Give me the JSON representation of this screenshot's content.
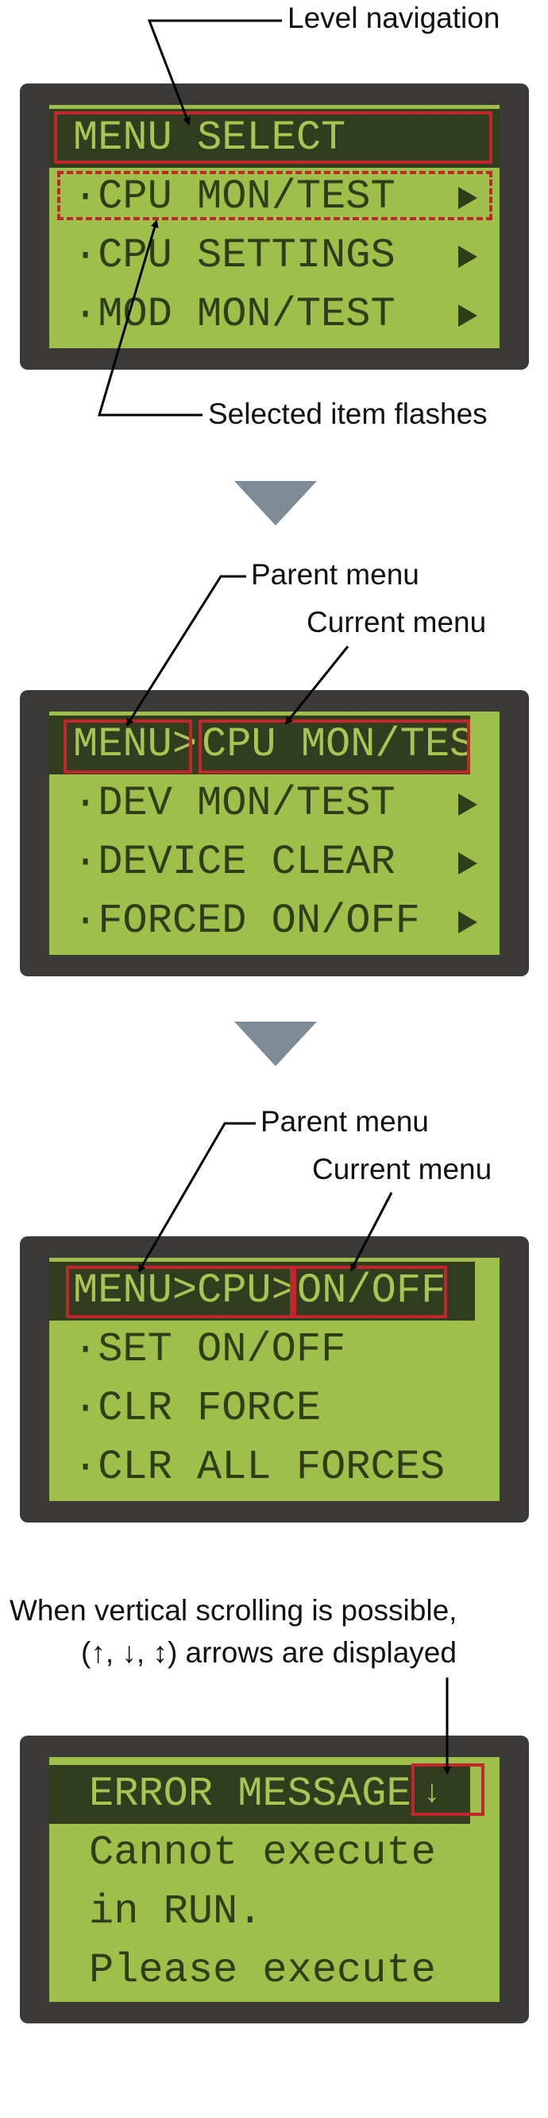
{
  "callouts": {
    "level_navigation": "Level navigation",
    "selected_item_flashes": "Selected item flashes",
    "parent_menu_1": "Parent menu",
    "current_menu_1": "Current menu",
    "parent_menu_2": "Parent menu",
    "current_menu_2": "Current menu",
    "scroll_note_line1": "When vertical scrolling is possible,",
    "scroll_note_line2": "(↑, ↓, ↕) arrows are displayed"
  },
  "screens": {
    "menu_select": {
      "header": "MENU SELECT",
      "items": [
        "·CPU MON/TEST",
        "·CPU SETTINGS",
        "·MOD MON/TEST"
      ]
    },
    "cpu_mon_test": {
      "header_parent": "MENU>",
      "header_current": "CPU MON/TES",
      "items": [
        "·DEV MON/TEST",
        "·DEVICE CLEAR",
        "·FORCED ON/OFF"
      ]
    },
    "forced_on_off": {
      "header_parent": "MENU>CPU>",
      "header_current": "ON/OFF",
      "items": [
        "·SET ON/OFF",
        "·CLR FORCE",
        "·CLR ALL FORCES"
      ]
    },
    "error_message": {
      "header": "ERROR MESSAGE",
      "lines": [
        "Cannot execute",
        "in RUN.",
        "Please execute"
      ],
      "scroll_indicator": "↓"
    }
  },
  "colors": {
    "lcd_background": "#9ec04b",
    "lcd_header": "#323c1f",
    "lcd_text": "#2f3d1a",
    "frame": "#3b3a39",
    "highlight": "#c0262c",
    "flow_arrow": "#7d8b97"
  },
  "icons": {
    "submenu": "chevron-right-icon",
    "flow": "down-triangle-icon"
  }
}
